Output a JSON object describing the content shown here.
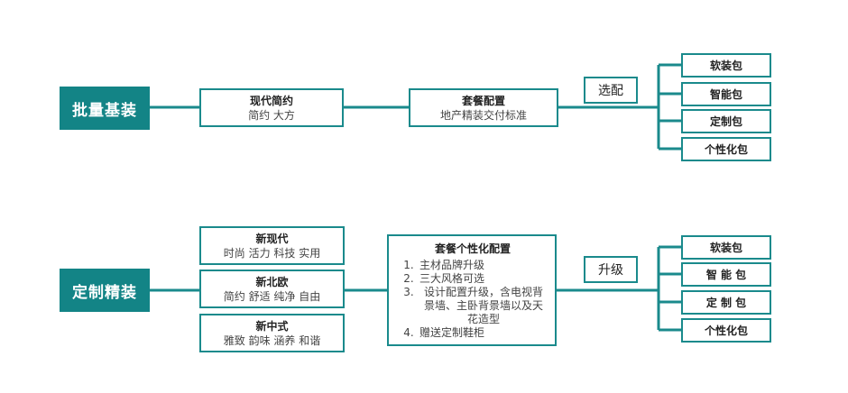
{
  "row1": {
    "head": "批量基装",
    "style": {
      "title": "现代简约",
      "subtitle": "简约 大方"
    },
    "package": {
      "title": "套餐配置",
      "subtitle": "地产精装交付标准"
    },
    "tag": "选配",
    "leaves": [
      "软装包",
      "智能包",
      "定制包",
      "个性化包"
    ]
  },
  "row2": {
    "head": "定制精装",
    "styles": [
      {
        "title": "新现代",
        "subtitle": "时尚 活力 科技 实用"
      },
      {
        "title": "新北欧",
        "subtitle": "简约 舒适 纯净 自由"
      },
      {
        "title": "新中式",
        "subtitle": "雅致 韵味 涵养 和谐"
      }
    ],
    "package": {
      "title": "套餐个性化配置",
      "items": [
        {
          "num": "1.",
          "text": "主材品牌升级"
        },
        {
          "num": "2.",
          "text": "三大风格可选"
        },
        {
          "num": "3.",
          "text": "设计配置升级，含电视背景墙、主卧背景墙以及天花造型"
        },
        {
          "num": "4.",
          "text": "赠送定制鞋柜"
        }
      ]
    },
    "tag": "升级",
    "leaves": [
      "软装包",
      "智 能 包",
      "定 制 包",
      "个性化包"
    ]
  },
  "colors": {
    "teal": "#138486",
    "line": "#1a8a8c"
  }
}
